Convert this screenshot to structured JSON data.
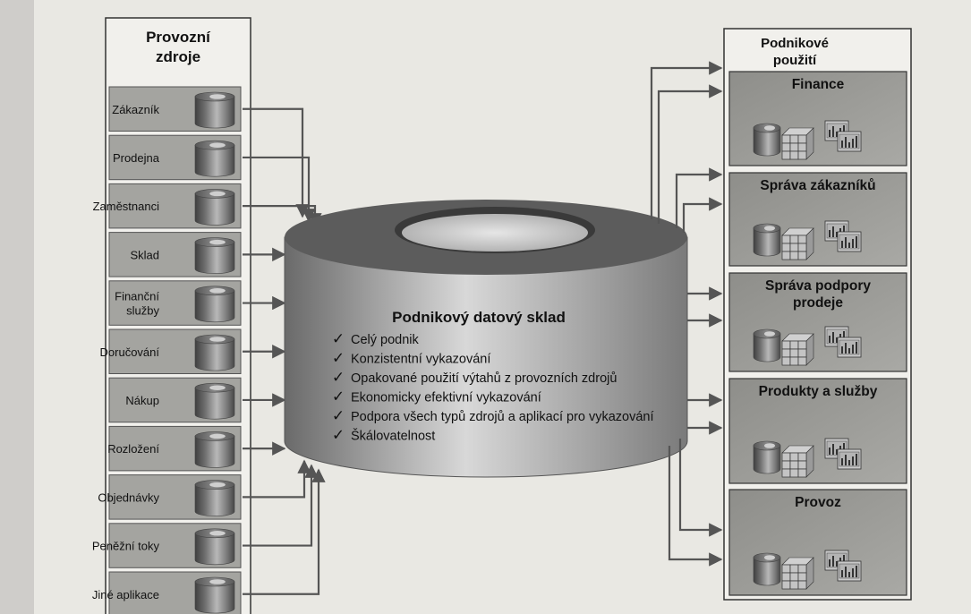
{
  "sources": {
    "title_line1": "Provozní",
    "title_line2": "zdroje",
    "items": [
      {
        "lines": [
          "Zákazník"
        ]
      },
      {
        "lines": [
          "Prodejna"
        ]
      },
      {
        "lines": [
          "Zaměstnanci"
        ]
      },
      {
        "lines": [
          "Sklad"
        ]
      },
      {
        "lines": [
          "Finanční",
          "služby"
        ]
      },
      {
        "lines": [
          "Doručování"
        ]
      },
      {
        "lines": [
          "Nákup"
        ]
      },
      {
        "lines": [
          "Rozložení"
        ]
      },
      {
        "lines": [
          "Objednávky"
        ]
      },
      {
        "lines": [
          "Peněžní toky"
        ]
      },
      {
        "lines": [
          "Jiné aplikace"
        ]
      }
    ]
  },
  "warehouse": {
    "title": "Podnikový datový sklad",
    "check_symbol": "✓",
    "features": [
      "Celý podnik",
      "Konzistentní vykazování",
      "Opakované použití výtahů z provozních zdrojů",
      "Ekonomicky efektivní vykazování",
      "Podpora všech typů zdrojů a aplikací pro vykazování",
      "Škálovatelnost"
    ]
  },
  "uses": {
    "title_line1": "Podnikové",
    "title_line2": "použití",
    "items": [
      {
        "lines": [
          "Finance"
        ]
      },
      {
        "lines": [
          "Správa zákazníků"
        ]
      },
      {
        "lines": [
          "Správa podpory",
          "prodeje"
        ]
      },
      {
        "lines": [
          "Produkty a služby"
        ]
      },
      {
        "lines": [
          "Provoz"
        ]
      }
    ]
  },
  "colors": {
    "paper": "#e9e8e3",
    "panel_fill": "#9d9d98",
    "panel_border": "#333333",
    "cylinder_dark": "#4a4a4a",
    "cylinder_mid": "#8e8e8e",
    "cylinder_light": "#d8d8d8",
    "arrow": "#555555",
    "cube_fill": "#bcbcbc"
  }
}
